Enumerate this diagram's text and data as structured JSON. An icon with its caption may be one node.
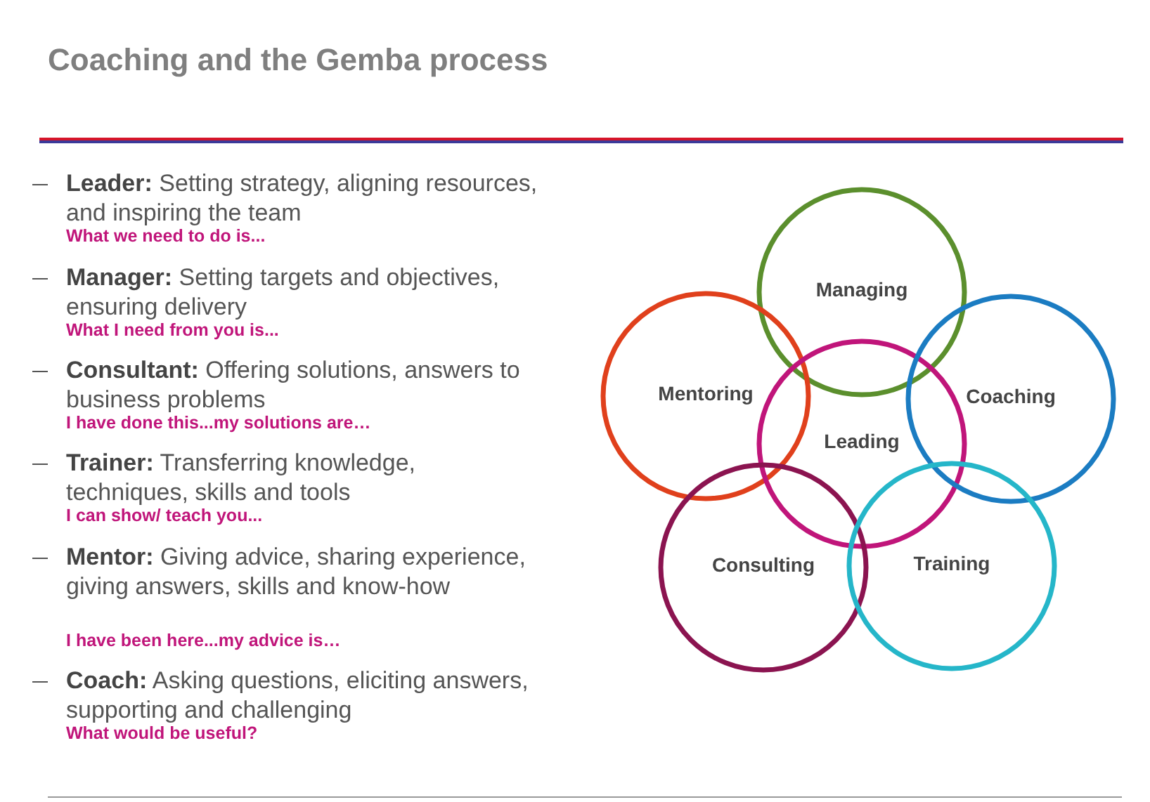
{
  "diagram": {
    "title": "Coaching and the Gemba process",
    "nodes": [
      {
        "text": [
          "Managing"
        ]
      },
      {
        "text": [
          "Mentoring"
        ]
      },
      {
        "text": [
          "Leading"
        ]
      },
      {
        "text": [
          "Coaching"
        ]
      },
      {
        "text": [
          "Consulting"
        ]
      },
      {
        "text": [
          "Training"
        ]
      }
    ],
    "labels": [
      "**Leader:** Setting strategy, aligning resources, and inspiring the team",
      "What we need to do is...",
      "**Manager:** Setting targets and objectives, ensuring delivery",
      "What I need from you is...",
      "**Consultant:** Offering solutions, answers to business problems",
      "I have done this...my solutions are…",
      "**Trainer:** Transferring knowledge, techniques, skills and tools",
      "I can show/ teach you...",
      "**Mentor:** Giving advice, sharing experience, giving answers, skills and know-how",
      "I have been here...my advice is…",
      "**Coach:** Asking questions, eliciting answers, supporting and challenging",
      "What would be useful?"
    ]
  }
}
